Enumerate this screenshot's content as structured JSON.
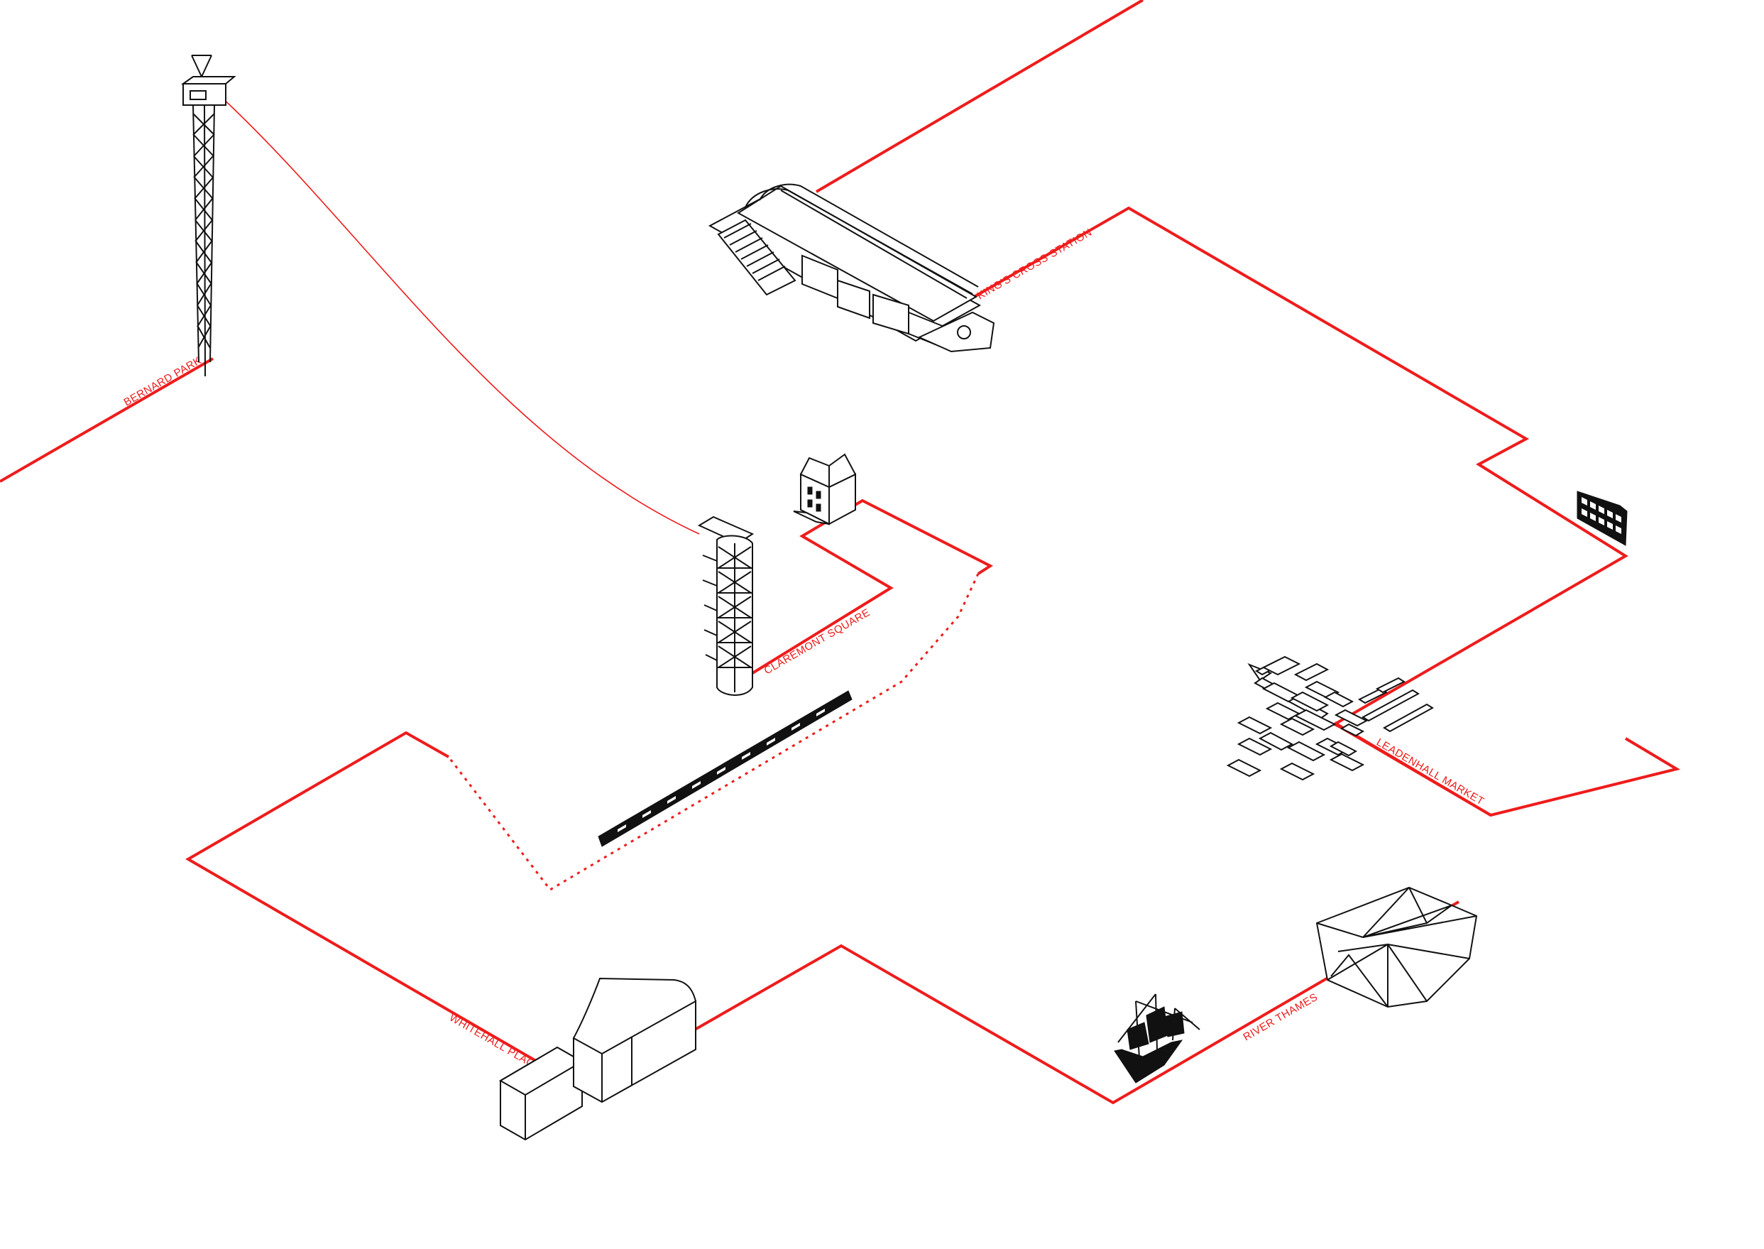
{
  "labels": {
    "bernard_park": "BERNARD PARK",
    "kings_cross": "KING'S CROSS STATION",
    "claremont_square": "CLAREMONT SQUARE",
    "leadenhall_market": "LEADENHALL MARKET",
    "whitehall_place": "WHITEHALL PLACE",
    "river_thames": "RIVER THAMES"
  },
  "colors": {
    "route": "#ee1c1c",
    "ink": "#111111",
    "background": "#ffffff"
  },
  "landmarks": [
    "lattice-tower",
    "kings-cross-station-building",
    "terraced-house",
    "claremont-tower",
    "london-bus",
    "leadenhall-street-blocks",
    "long-train",
    "whitehall-building",
    "galleon-ship",
    "faceted-pod"
  ]
}
